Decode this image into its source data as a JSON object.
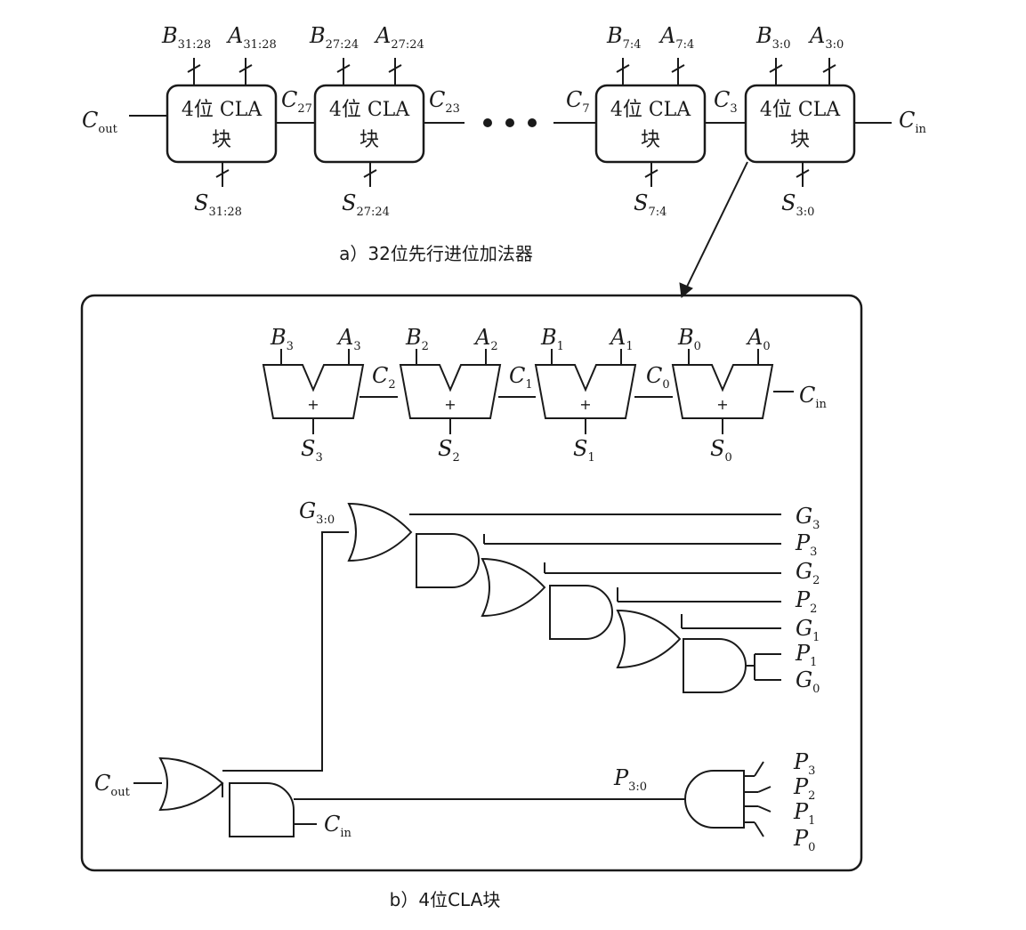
{
  "part_a": {
    "caption": "a）32位先行进位加法器",
    "block_line1": "4位 CLA",
    "block_line2": "块",
    "blocks": [
      {
        "b": "B",
        "b_sub": "31:28",
        "a": "A",
        "a_sub": "31:28",
        "s": "S",
        "s_sub": "31:28"
      },
      {
        "b": "B",
        "b_sub": "27:24",
        "a": "A",
        "a_sub": "27:24",
        "s": "S",
        "s_sub": "27:24"
      },
      {
        "b": "B",
        "b_sub": "7:4",
        "a": "A",
        "a_sub": "7:4",
        "s": "S",
        "s_sub": "7:4"
      },
      {
        "b": "B",
        "b_sub": "3:0",
        "a": "A",
        "a_sub": "3:0",
        "s": "S",
        "s_sub": "3:0"
      }
    ],
    "carries": [
      {
        "c": "C",
        "c_sub": "out"
      },
      {
        "c": "C",
        "c_sub": "27"
      },
      {
        "c": "C",
        "c_sub": "23"
      },
      {
        "c": "C",
        "c_sub": "7"
      },
      {
        "c": "C",
        "c_sub": "3"
      },
      {
        "c": "C",
        "c_sub": "in"
      }
    ]
  },
  "part_b": {
    "caption": "b）4位CLA块",
    "plus_sign": "+",
    "adders": [
      {
        "b": "B",
        "b_sub": "3",
        "a": "A",
        "a_sub": "3",
        "s": "S",
        "s_sub": "3"
      },
      {
        "b": "B",
        "b_sub": "2",
        "a": "A",
        "a_sub": "2",
        "s": "S",
        "s_sub": "2"
      },
      {
        "b": "B",
        "b_sub": "1",
        "a": "A",
        "a_sub": "1",
        "s": "S",
        "s_sub": "1"
      },
      {
        "b": "B",
        "b_sub": "0",
        "a": "A",
        "a_sub": "0",
        "s": "S",
        "s_sub": "0"
      }
    ],
    "carries": [
      {
        "c": "C",
        "c_sub": "2"
      },
      {
        "c": "C",
        "c_sub": "1"
      },
      {
        "c": "C",
        "c_sub": "0"
      },
      {
        "c": "C",
        "c_sub": "in"
      }
    ],
    "g_inputs": [
      {
        "t": "G",
        "sub": "3"
      },
      {
        "t": "P",
        "sub": "3"
      },
      {
        "t": "G",
        "sub": "2"
      },
      {
        "t": "P",
        "sub": "2"
      },
      {
        "t": "G",
        "sub": "1"
      },
      {
        "t": "P",
        "sub": "1"
      },
      {
        "t": "G",
        "sub": "0"
      }
    ],
    "g_out": {
      "t": "G",
      "sub": "3:0"
    },
    "p_inputs": [
      {
        "t": "P",
        "sub": "3"
      },
      {
        "t": "P",
        "sub": "2"
      },
      {
        "t": "P",
        "sub": "1"
      },
      {
        "t": "P",
        "sub": "0"
      }
    ],
    "p_out": {
      "t": "P",
      "sub": "3:0"
    },
    "cout": {
      "t": "C",
      "sub": "out"
    },
    "cin": {
      "t": "C",
      "sub": "in"
    }
  }
}
